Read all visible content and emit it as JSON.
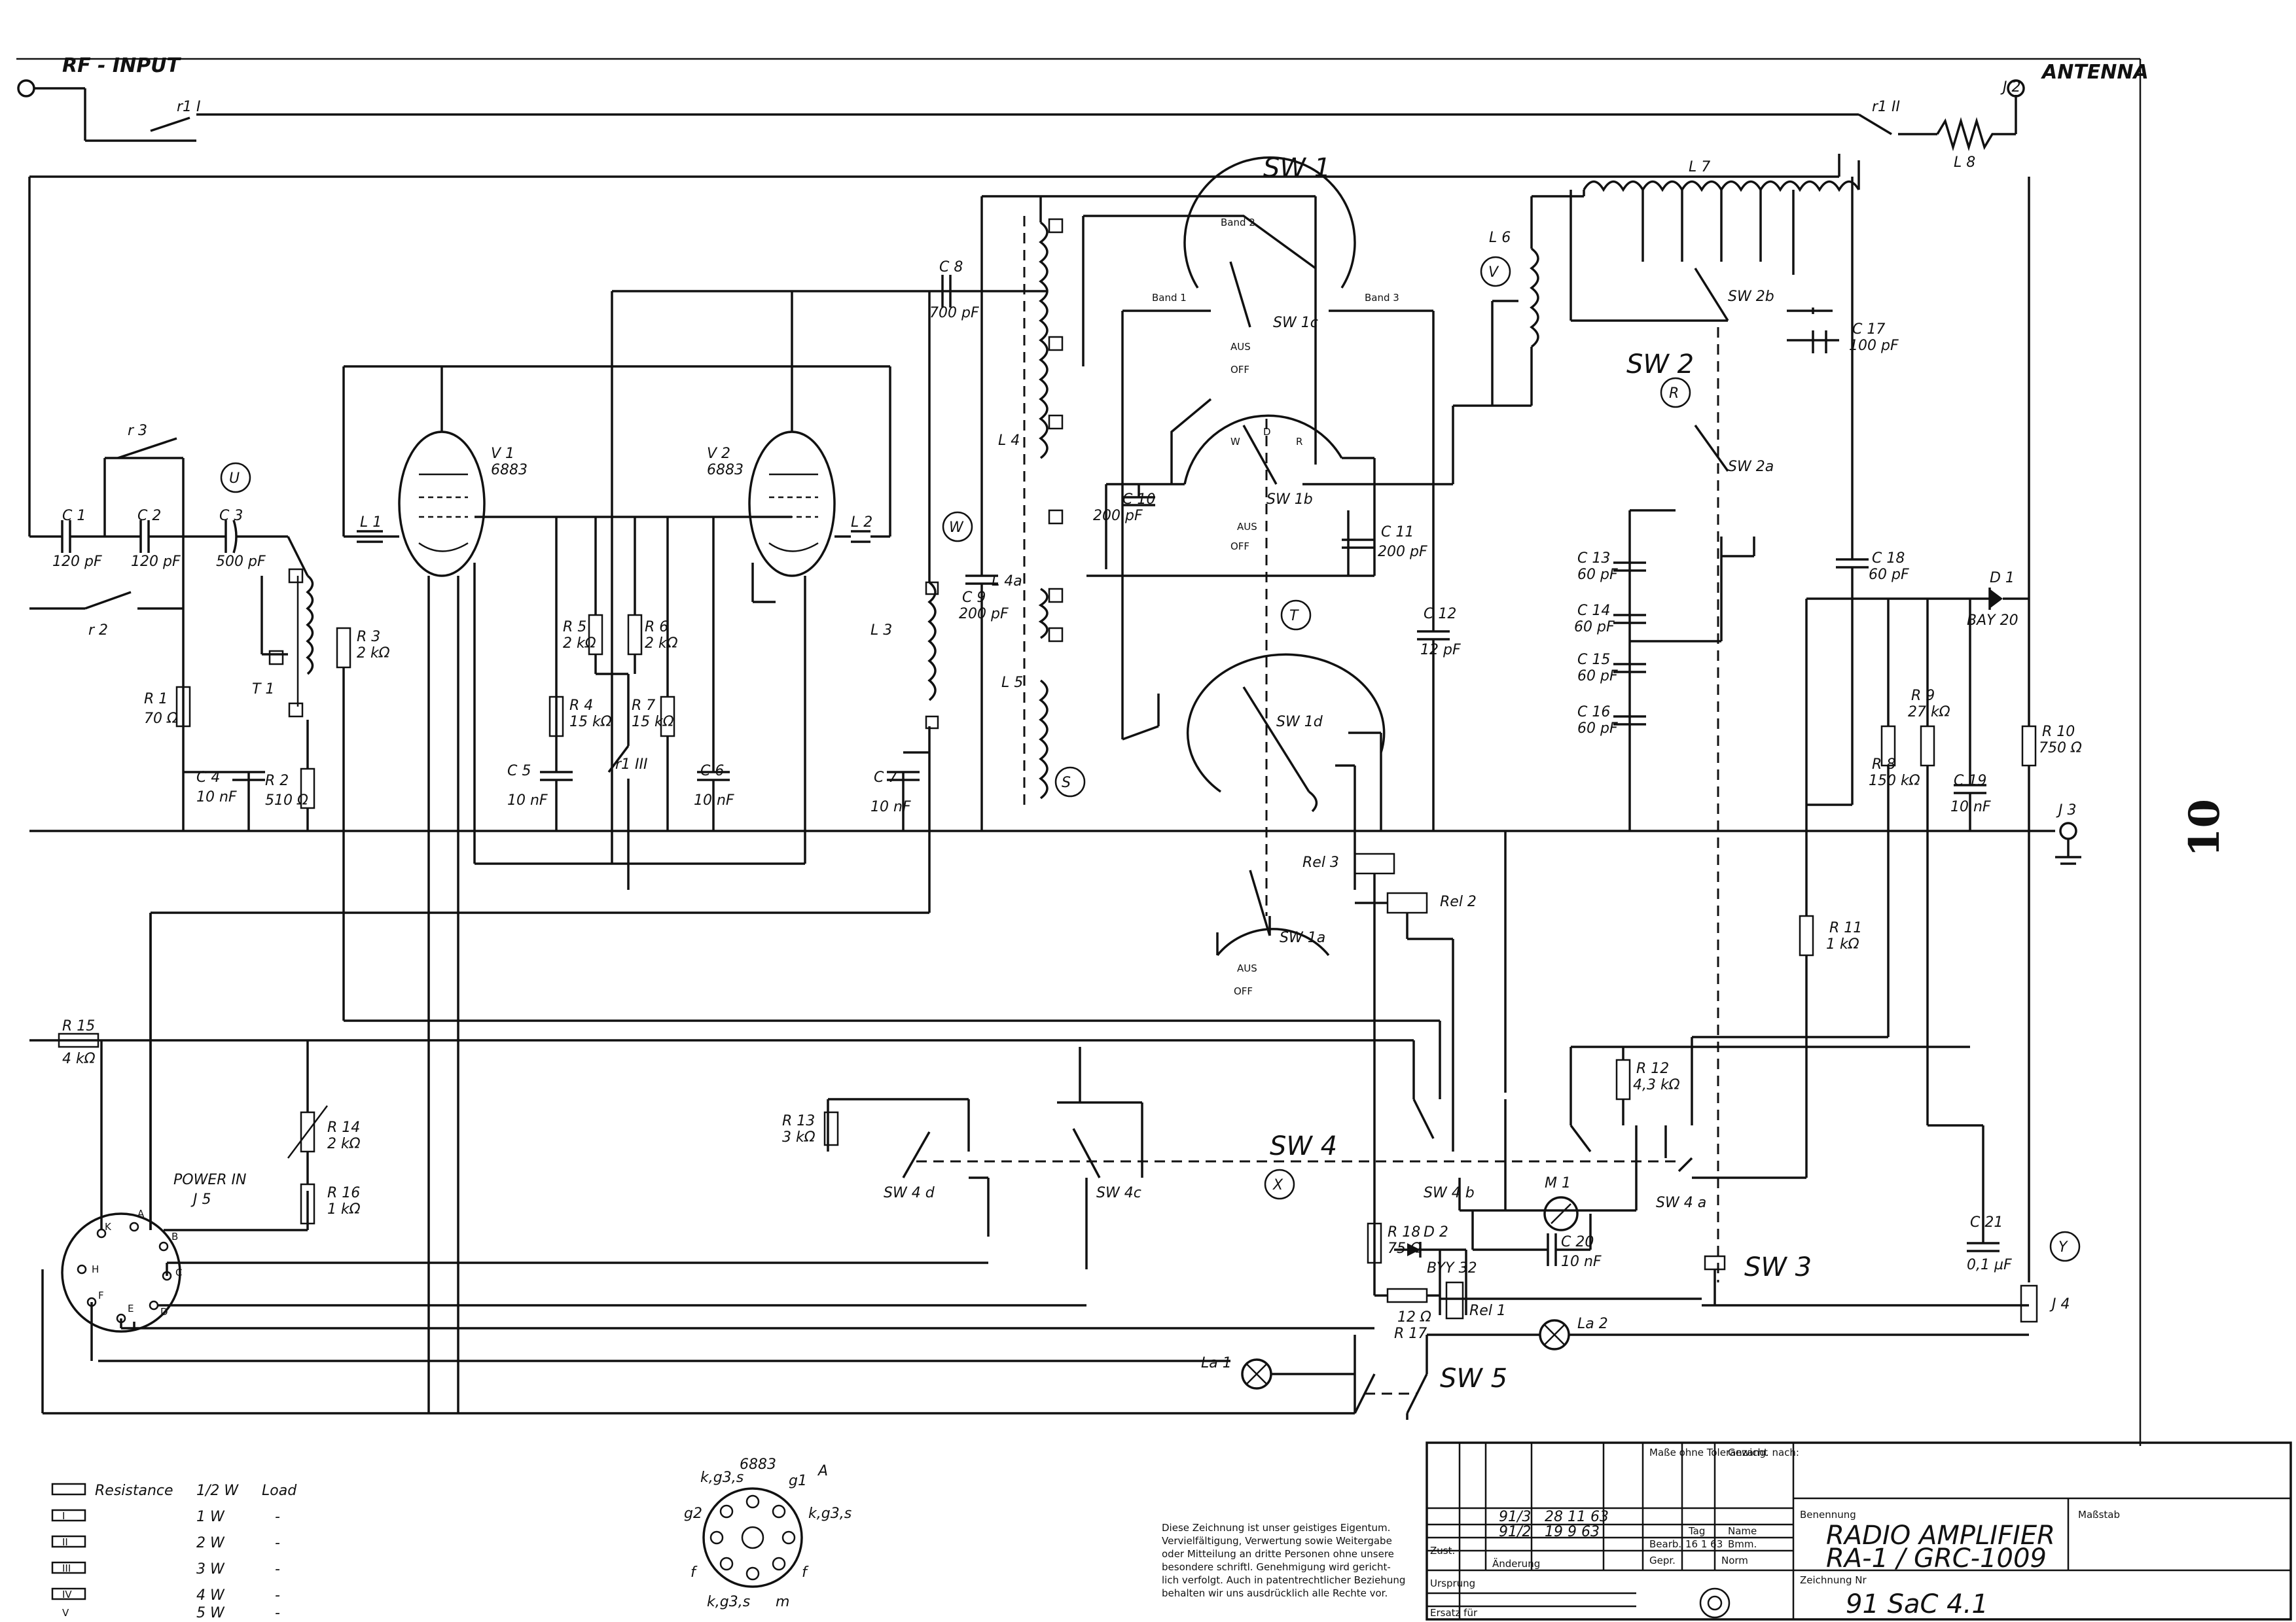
{
  "page_number": "10",
  "terminals": {
    "rf_input": "RF - INPUT",
    "antenna": "ANTENNA",
    "j2": "J 2",
    "j3": "J 3",
    "j4": "J 4"
  },
  "tubes": [
    {
      "ref": "V 1",
      "type": "6883"
    },
    {
      "ref": "V 2",
      "type": "6883"
    }
  ],
  "capacitors": [
    {
      "ref": "C 1",
      "value": "120 pF"
    },
    {
      "ref": "C 2",
      "value": "120 pF"
    },
    {
      "ref": "C 3",
      "value": "500 pF"
    },
    {
      "ref": "C 4",
      "value": "10 nF"
    },
    {
      "ref": "C 5",
      "value": "10 nF"
    },
    {
      "ref": "C 6",
      "value": "10 nF"
    },
    {
      "ref": "C 7",
      "value": "10 nF"
    },
    {
      "ref": "C 8",
      "value": "700 pF"
    },
    {
      "ref": "C 9",
      "value": "200 pF"
    },
    {
      "ref": "C 10",
      "value": "200 pF"
    },
    {
      "ref": "C 11",
      "value": "200 pF"
    },
    {
      "ref": "C 12",
      "value": "12 pF"
    },
    {
      "ref": "C 13",
      "value": "60 pF"
    },
    {
      "ref": "C 14",
      "value": "60 pF"
    },
    {
      "ref": "C 15",
      "value": "60 pF"
    },
    {
      "ref": "C 16",
      "value": "60 pF"
    },
    {
      "ref": "C 17",
      "value": "100 pF"
    },
    {
      "ref": "C 18",
      "value": "60 pF"
    },
    {
      "ref": "C 19",
      "value": "10 nF"
    },
    {
      "ref": "C 20",
      "value": "10 nF"
    },
    {
      "ref": "C 21",
      "value": "0,1 µF"
    }
  ],
  "resistors": [
    {
      "ref": "R 1",
      "value": "70 Ω"
    },
    {
      "ref": "R 2",
      "value": "510 Ω"
    },
    {
      "ref": "R 3",
      "value": "2 kΩ"
    },
    {
      "ref": "R 4",
      "value": "15 kΩ"
    },
    {
      "ref": "R 5",
      "value": "2 kΩ"
    },
    {
      "ref": "R 6",
      "value": "2 kΩ"
    },
    {
      "ref": "R 7",
      "value": "15 kΩ"
    },
    {
      "ref": "R 8",
      "value": "150 kΩ"
    },
    {
      "ref": "R 9",
      "value": "27 kΩ"
    },
    {
      "ref": "R 10",
      "value": "750 Ω"
    },
    {
      "ref": "R 11",
      "value": "1 kΩ"
    },
    {
      "ref": "R 12",
      "value": "4,3 kΩ"
    },
    {
      "ref": "R 13",
      "value": "3 kΩ"
    },
    {
      "ref": "R 14",
      "value": "2 kΩ"
    },
    {
      "ref": "R 15",
      "value": "4 kΩ"
    },
    {
      "ref": "R 16",
      "value": "1 kΩ"
    },
    {
      "ref": "R 17",
      "value": "12 Ω"
    },
    {
      "ref": "R 18",
      "value": "75 Ω"
    }
  ],
  "inductors": [
    "L 1",
    "L 2",
    "L 3",
    "L 4",
    "L 4a",
    "L 5",
    "L 6",
    "L 7",
    "L 8",
    "T 1"
  ],
  "relays": {
    "rel1": "Rel 1",
    "rel2": "Rel 2",
    "rel3": "Rel 3",
    "r1a": "r1 I",
    "r1b": "r1 II",
    "r1c": "r1 III",
    "r2": "r 2",
    "r3": "r 3"
  },
  "diodes": [
    {
      "ref": "D 1",
      "type": "BAY 20"
    },
    {
      "ref": "D 2",
      "type": "BYY 32"
    }
  ],
  "meter": "M 1",
  "lamps": [
    "La 1",
    "La 2"
  ],
  "switches": {
    "sw1": "SW 1",
    "sw1a": "SW 1a",
    "sw1b": "SW 1b",
    "sw1c": "SW 1c",
    "sw1d": "SW 1d",
    "sw2": "SW 2",
    "sw2a": "SW 2a",
    "sw2b": "SW 2b",
    "sw3": "SW 3",
    "sw4": "SW 4",
    "sw4a": "SW 4 a",
    "sw4b": "SW 4 b",
    "sw4c": "SW 4c",
    "sw4d": "SW 4 d",
    "sw5": "SW 5"
  },
  "switch_positions": {
    "band1": "Band 1",
    "band2": "Band 2",
    "band3": "Band 3",
    "aus": "AUS",
    "off": "OFF",
    "d": "D",
    "r": "R",
    "w": "W"
  },
  "circle_markers": [
    "U",
    "W",
    "S",
    "T",
    "V",
    "R",
    "X",
    "Y"
  ],
  "connector": {
    "title": "POWER IN",
    "ref": "J 5",
    "pins": [
      "A",
      "B",
      "C",
      "D",
      "E",
      "F",
      "H",
      "K"
    ]
  },
  "tube_base": {
    "type": "6883",
    "pins": [
      "k,g3,s",
      "g1",
      "A",
      "k,g3,s",
      "g2",
      "f",
      "f",
      "k,g3,s",
      "m"
    ]
  },
  "legend": {
    "header": [
      "Resistance",
      "1/2 W",
      "Load"
    ],
    "rows": [
      {
        "mark": "I",
        "watt": "1 W",
        "load": "-"
      },
      {
        "mark": "II",
        "watt": "2 W",
        "load": "-"
      },
      {
        "mark": "III",
        "watt": "3 W",
        "load": "-"
      },
      {
        "mark": "IV",
        "watt": "4 W",
        "load": "-"
      },
      {
        "mark": "V",
        "watt": "5 W",
        "load": "-"
      }
    ]
  },
  "copyright_note": [
    "Diese Zeichnung ist unser geistiges Eigentum.",
    "Vervielfältigung, Verwertung sowie Weitergabe",
    "oder Mitteilung an dritte Personen ohne unsere",
    "besondere schriftl. Genehmigung wird gericht-",
    "lich verfolgt. Auch in patentrechtlicher Beziehung",
    "behalten wir uns ausdrücklich alle Rechte vor."
  ],
  "title_block": {
    "benennung_label": "Benennung",
    "title_line1": "RADIO AMPLIFIER",
    "title_line2": "RA-1 / GRC-1009",
    "zeichnung_label": "Zeichnung Nr",
    "drawing_number": "91 SaC 4.1",
    "massstab_label": "Maßstab",
    "gewicht_label": "Gewicht",
    "masse_label": "Maße ohne Toleranzang. nach:",
    "tag_label": "Tag",
    "name_label": "Name",
    "bearb_label": "Bearb.",
    "bearb_date": "16 1 63",
    "bearb_name": "Bmm.",
    "gepr_label": "Gepr.",
    "norm_label": "Norm",
    "aenderung_label": "Änderung",
    "zust_label": "Zust.",
    "ursprung_label": "Ursprung",
    "ersatz_label": "Ersatz für",
    "rev1_no": "91/3",
    "rev1_date": "28 11 63",
    "rev2_no": "91/2",
    "rev2_date": "19 9 63"
  }
}
